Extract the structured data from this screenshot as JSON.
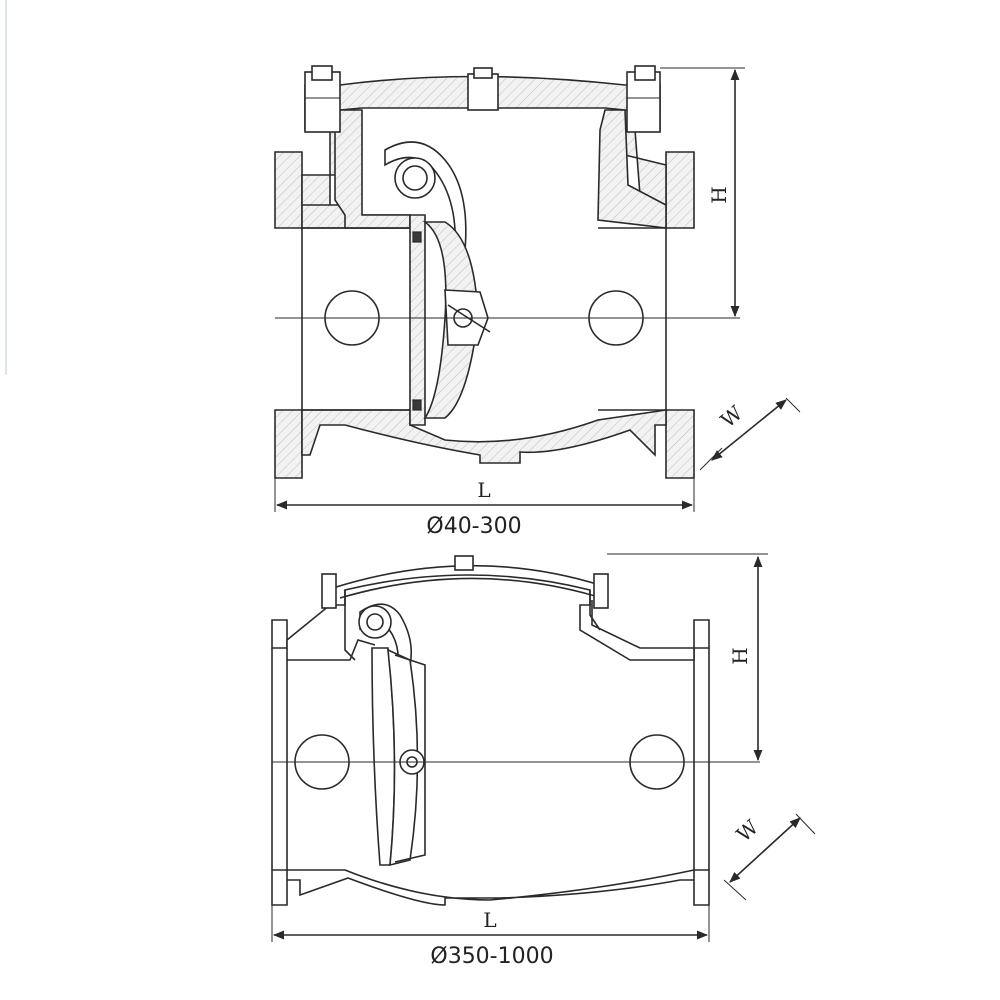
{
  "figures": [
    {
      "caption": "Ø40-300",
      "dim_length": "L",
      "dim_height": "H",
      "dim_width": "W"
    },
    {
      "caption": "Ø350-1000",
      "dim_length": "L",
      "dim_height": "H",
      "dim_width": "W"
    }
  ]
}
